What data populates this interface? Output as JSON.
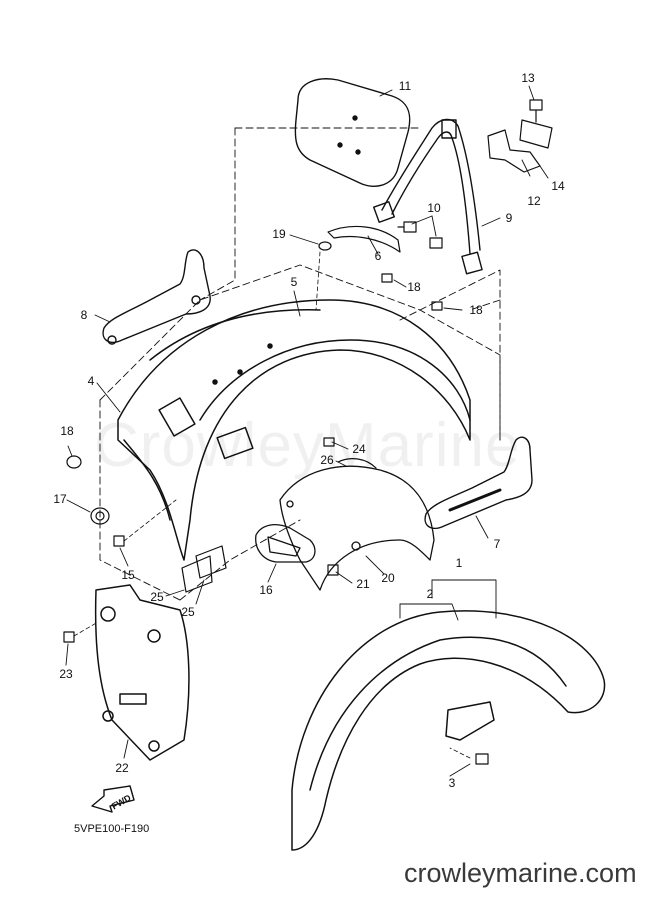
{
  "diagram": {
    "code": "5VPE100-F190",
    "watermark": "CrowleyMarine",
    "footer_url": "crowleymarine.com",
    "fwd_label": "FWD"
  },
  "callouts": [
    {
      "id": "c1",
      "label": "1"
    },
    {
      "id": "c2",
      "label": "2"
    },
    {
      "id": "c3",
      "label": "3"
    },
    {
      "id": "c4",
      "label": "4"
    },
    {
      "id": "c5",
      "label": "5"
    },
    {
      "id": "c6",
      "label": "6"
    },
    {
      "id": "c7",
      "label": "7"
    },
    {
      "id": "c8",
      "label": "8"
    },
    {
      "id": "c9",
      "label": "9"
    },
    {
      "id": "c10",
      "label": "10"
    },
    {
      "id": "c11",
      "label": "11"
    },
    {
      "id": "c12",
      "label": "12"
    },
    {
      "id": "c13",
      "label": "13"
    },
    {
      "id": "c14",
      "label": "14"
    },
    {
      "id": "c15",
      "label": "15"
    },
    {
      "id": "c16",
      "label": "16"
    },
    {
      "id": "c17",
      "label": "17"
    },
    {
      "id": "c18a",
      "label": "18"
    },
    {
      "id": "c18b",
      "label": "18"
    },
    {
      "id": "c18c",
      "label": "18"
    },
    {
      "id": "c19",
      "label": "19"
    },
    {
      "id": "c20",
      "label": "20"
    },
    {
      "id": "c21",
      "label": "21"
    },
    {
      "id": "c22",
      "label": "22"
    },
    {
      "id": "c23",
      "label": "23"
    },
    {
      "id": "c24",
      "label": "24"
    },
    {
      "id": "c25a",
      "label": "25"
    },
    {
      "id": "c25b",
      "label": "25"
    },
    {
      "id": "c26",
      "label": "26"
    }
  ]
}
